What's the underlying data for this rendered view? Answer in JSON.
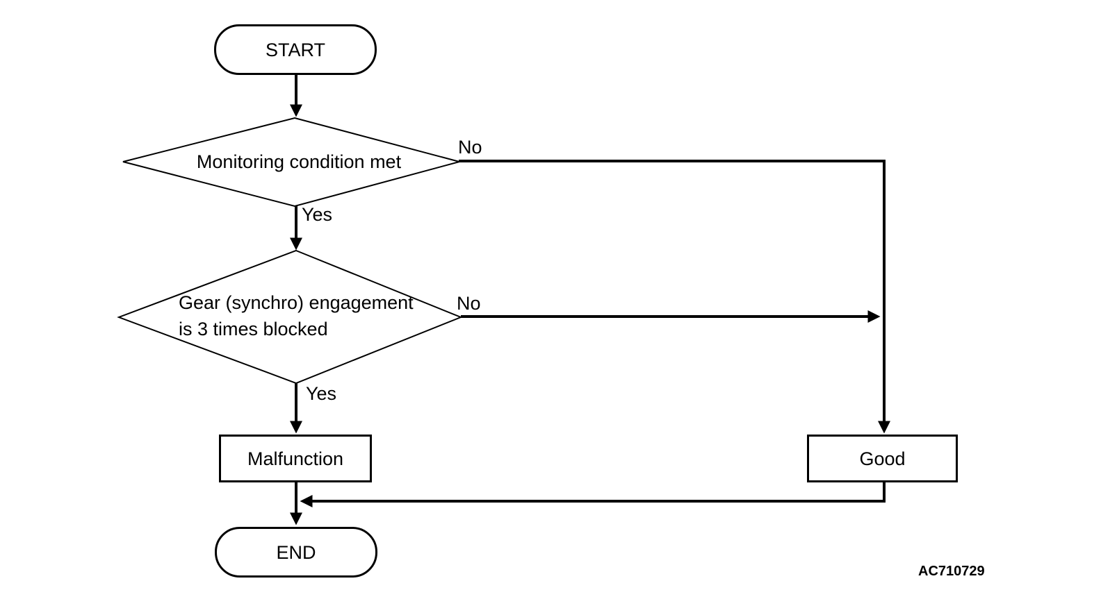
{
  "colors": {
    "line": "#000000",
    "text": "#000000",
    "background": "#ffffff"
  },
  "watermark": "AC710729",
  "flowchart": {
    "nodes": {
      "start": {
        "type": "terminator",
        "label": "START"
      },
      "decision1": {
        "type": "decision",
        "label": "Monitoring condition met"
      },
      "decision2": {
        "type": "decision",
        "label_line1": "Gear (synchro) engagement",
        "label_line2": "is 3 times blocked"
      },
      "malfunction": {
        "type": "process",
        "label": "Malfunction"
      },
      "good": {
        "type": "process",
        "label": "Good"
      },
      "end": {
        "type": "terminator",
        "label": "END"
      }
    },
    "edge_labels": {
      "decision1_no": "No",
      "decision1_yes": "Yes",
      "decision2_no": "No",
      "decision2_yes": "Yes"
    }
  }
}
